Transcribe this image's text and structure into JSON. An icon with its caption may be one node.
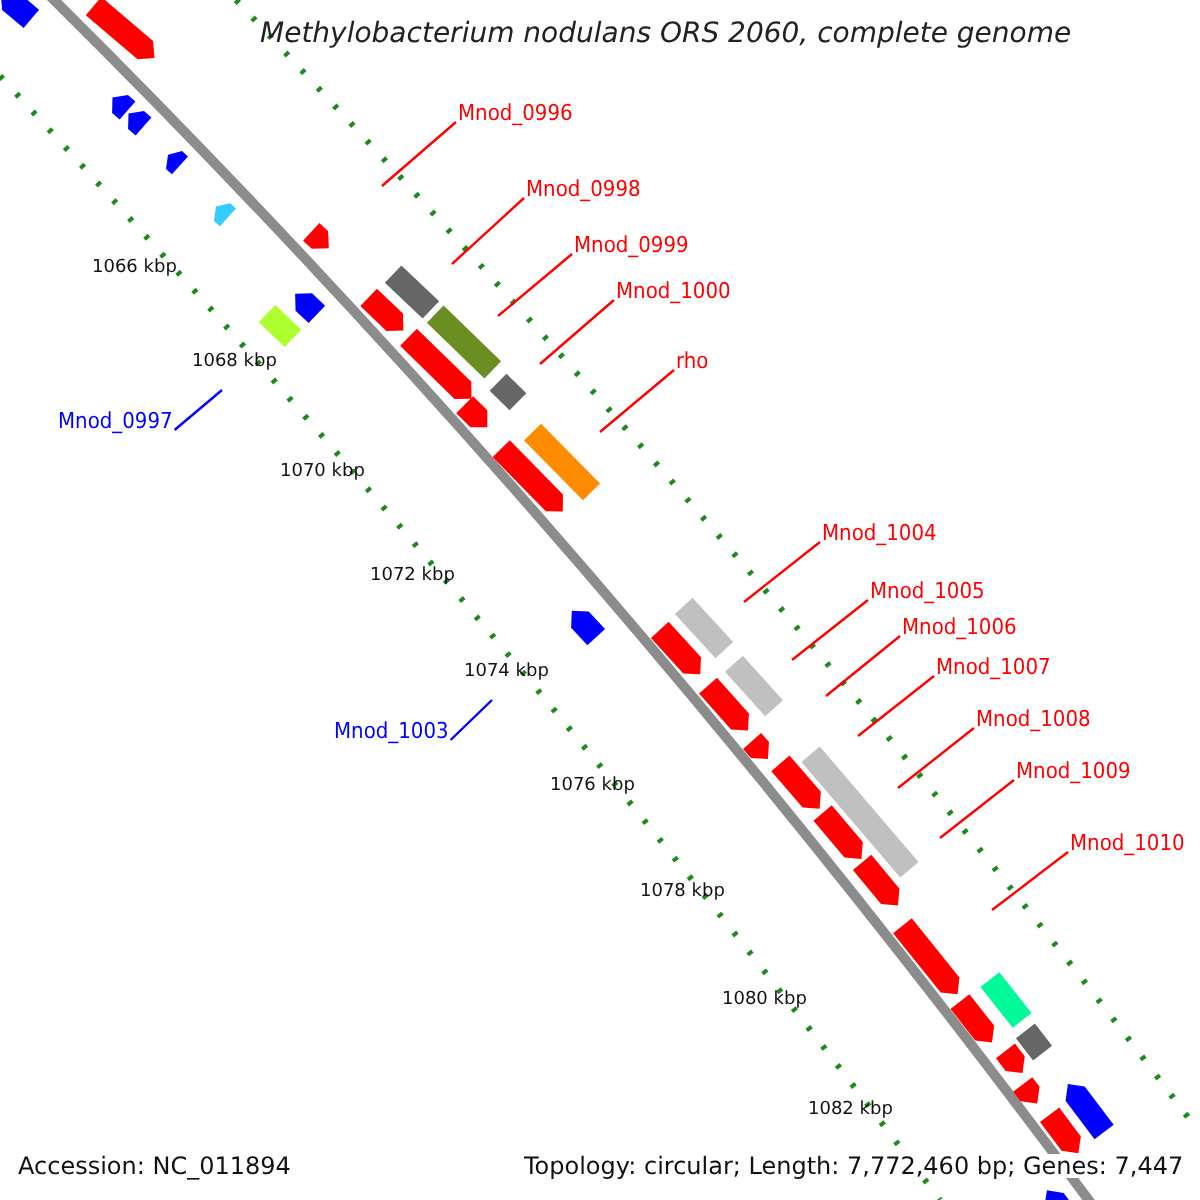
{
  "diagram": {
    "title": "Methylobacterium nodulans ORS 2060, complete genome",
    "nodes": [
      {
        "text": [
          "Mnod_0996"
        ]
      },
      {
        "text": [
          "Mnod_0998"
        ]
      },
      {
        "text": [
          "Mnod_0999"
        ]
      },
      {
        "text": [
          "Mnod_1000"
        ]
      },
      {
        "text": [
          "rho"
        ]
      },
      {
        "text": [
          "Mnod_0997"
        ]
      },
      {
        "text": [
          "Mnod_1004"
        ]
      },
      {
        "text": [
          "Mnod_1005"
        ]
      },
      {
        "text": [
          "Mnod_1006"
        ]
      },
      {
        "text": [
          "Mnod_1007"
        ]
      },
      {
        "text": [
          "Mnod_1008"
        ]
      },
      {
        "text": [
          "Mnod_1003"
        ]
      },
      {
        "text": [
          "Mnod_1009"
        ]
      },
      {
        "text": [
          "Mnod_1010"
        ]
      }
    ],
    "edges": [
      {
        "from": 0,
        "to": null,
        "arrow": "none"
      },
      {
        "from": 1,
        "to": null,
        "arrow": "none"
      },
      {
        "from": 2,
        "to": null,
        "arrow": "none"
      },
      {
        "from": 3,
        "to": null,
        "arrow": "none"
      },
      {
        "from": 4,
        "to": null,
        "arrow": "none"
      },
      {
        "from": 5,
        "to": null,
        "arrow": "none",
        "color": "#0000ff"
      },
      {
        "from": 6,
        "to": null,
        "arrow": "none"
      },
      {
        "from": 7,
        "to": null,
        "arrow": "none"
      },
      {
        "from": 8,
        "to": null,
        "arrow": "none"
      },
      {
        "from": 9,
        "to": null,
        "arrow": "none"
      },
      {
        "from": 10,
        "to": null,
        "arrow": "none"
      },
      {
        "from": 11,
        "to": null,
        "arrow": "none",
        "color": "#0000ff"
      },
      {
        "from": 12,
        "to": null,
        "arrow": "none"
      },
      {
        "from": 13,
        "to": null,
        "arrow": "none"
      }
    ],
    "labels": [
      "1066 kbp",
      "1068 kbp",
      "1070 kbp",
      "1072 kbp",
      "1074 kbp",
      "1076 kbp",
      "1078 kbp",
      "1080 kbp",
      "1082 kbp",
      "Accession: NC_011894",
      "Topology: circular; Length: 7,772,460 bp; Genes: 7,447"
    ]
  }
}
